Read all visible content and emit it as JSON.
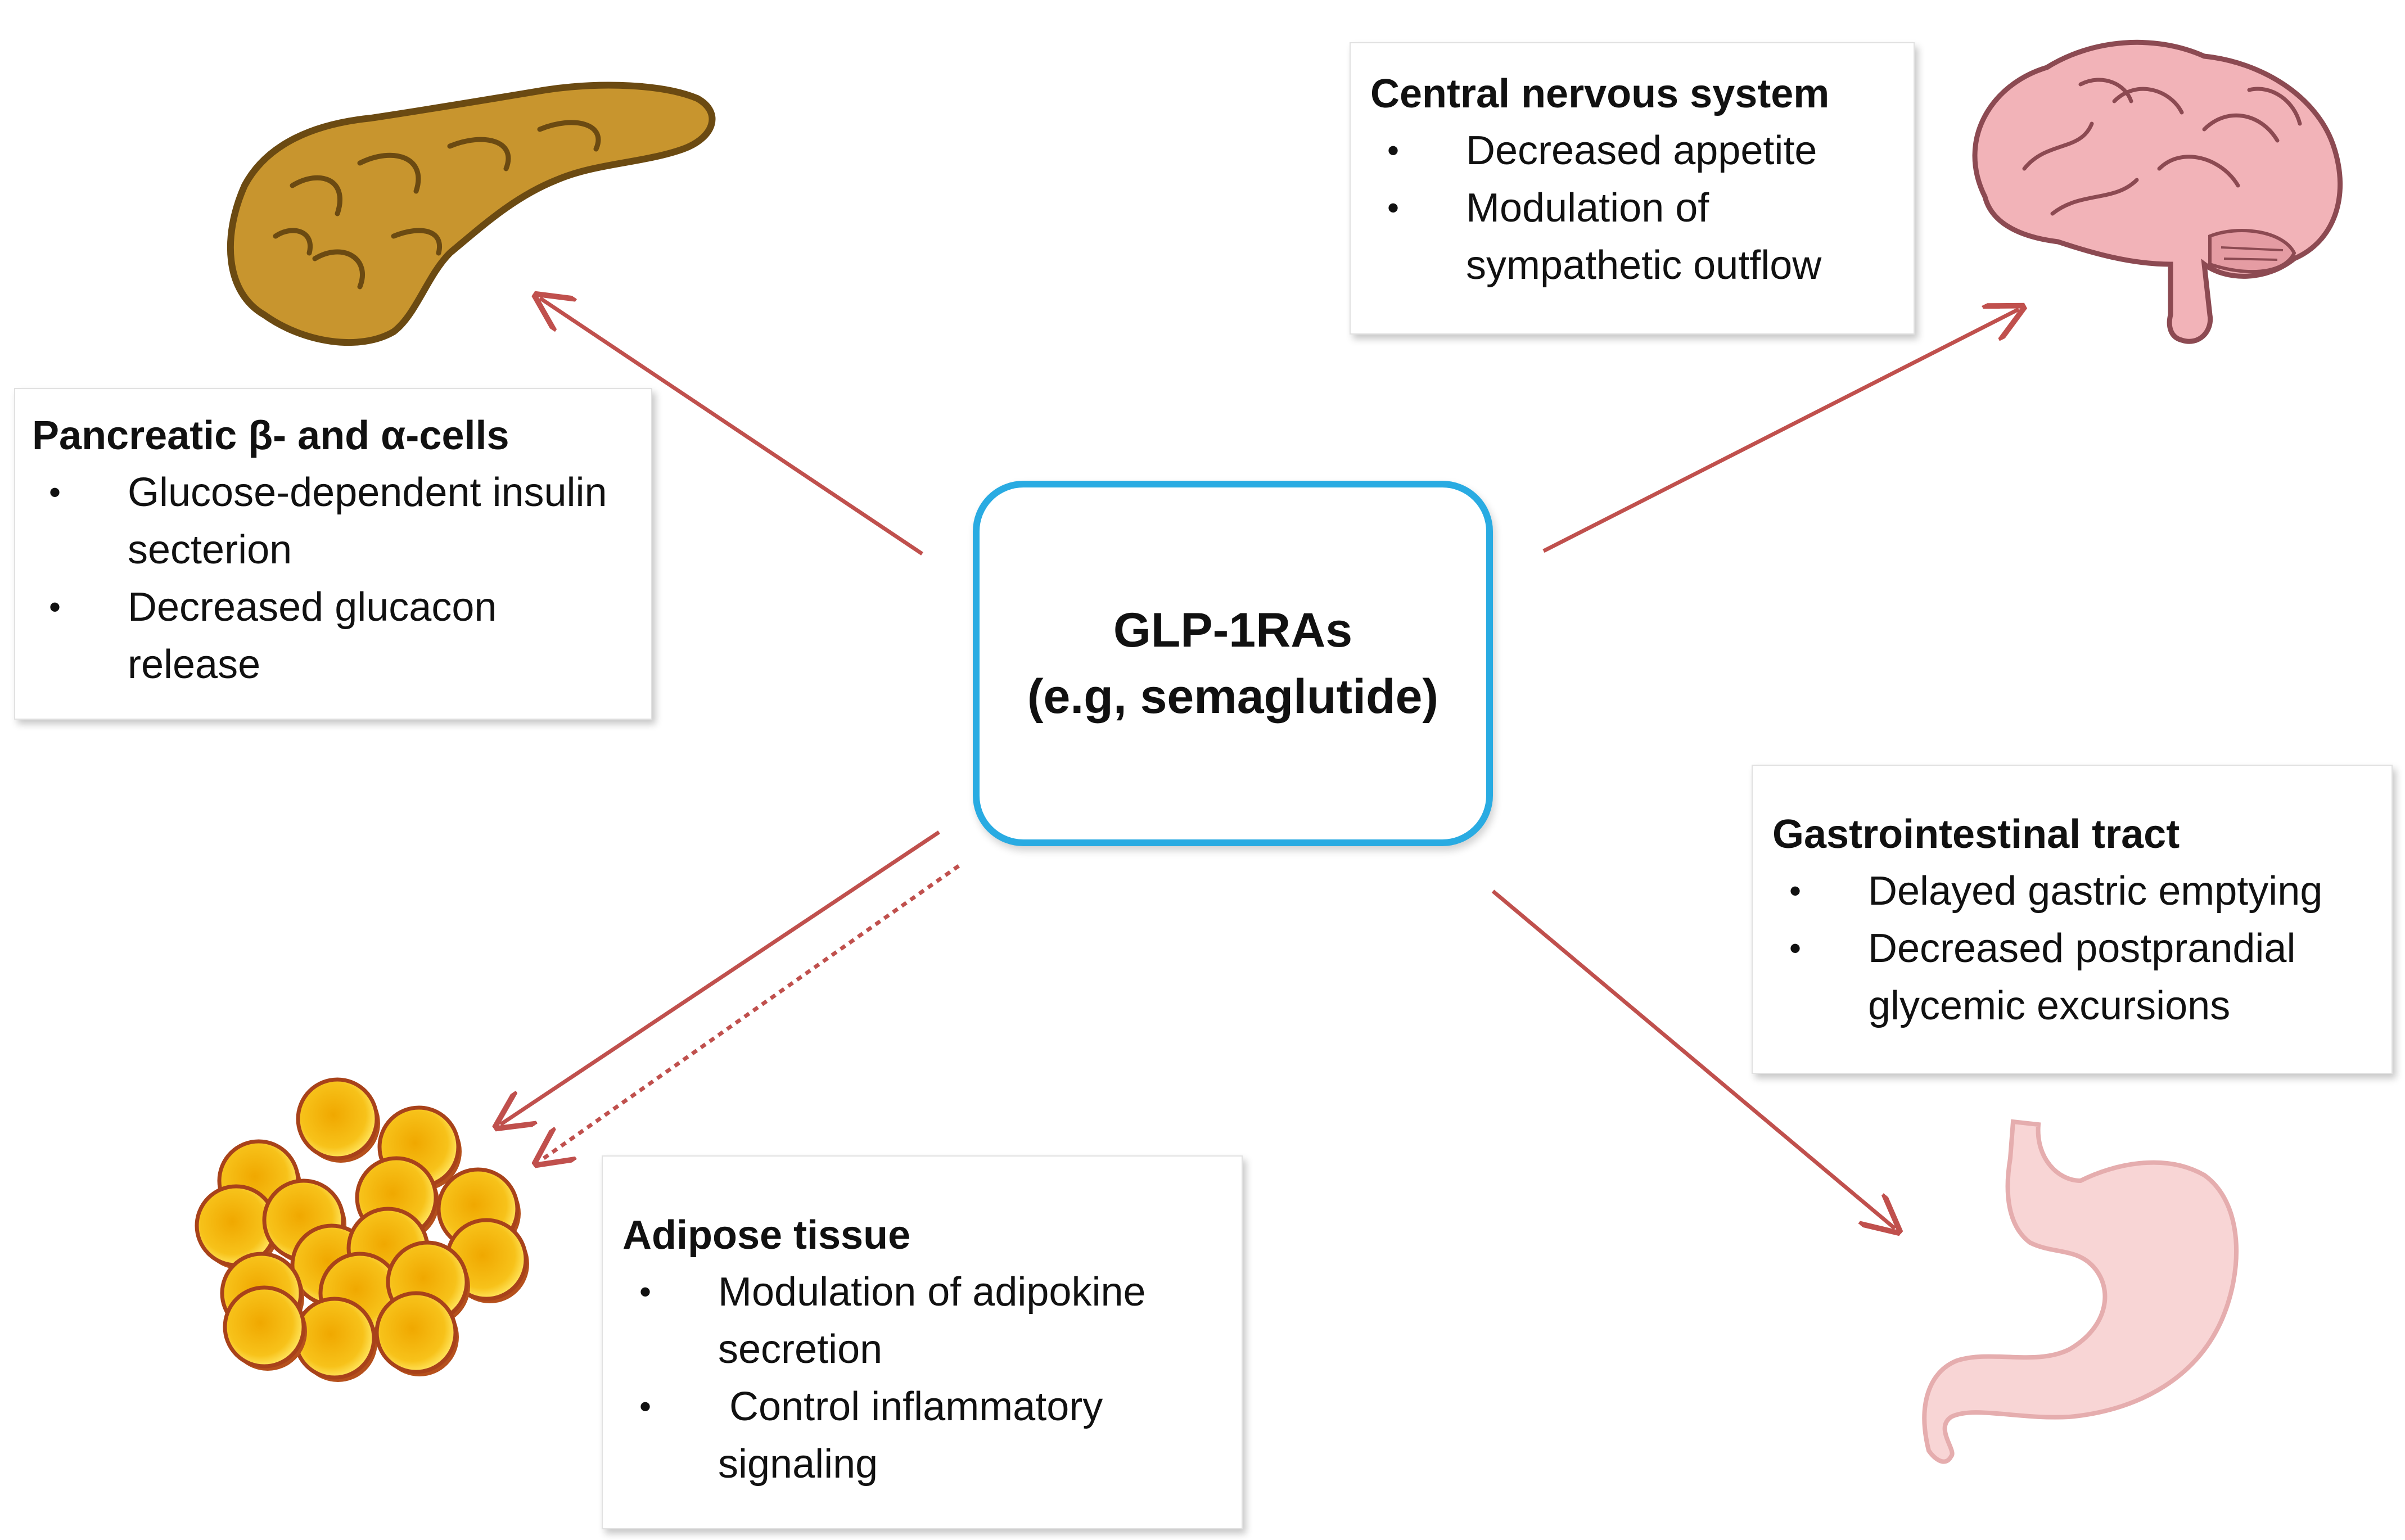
{
  "center": {
    "line1": "GLP-1RAs",
    "line2": "(e.g, semaglutide)",
    "border_color": "#29abe2"
  },
  "boxes": {
    "pancreas": {
      "title": "Pancreatic β- and α-cells",
      "items": [
        "Glucose-dependent insulin",
        "secterion",
        "Decreased glucacon",
        "release"
      ]
    },
    "cns": {
      "title": "Central nervous system",
      "items": [
        "Decreased appetite",
        "Modulation of",
        "sympathetic outflow"
      ]
    },
    "gi": {
      "title": "Gastrointestinal tract",
      "items": [
        "Delayed gastric emptying",
        "Decreased postprandial",
        "glycemic excursions"
      ]
    },
    "adipose": {
      "title": "Adipose tissue",
      "items": [
        "Modulation of adipokine",
        "secretion",
        " Control inflammatory",
        "signaling"
      ]
    }
  },
  "icons": [
    "pancreas-icon",
    "brain-icon",
    "stomach-icon",
    "fat-cells-icon"
  ],
  "colors": {
    "arrow": "#c0504d",
    "pancreas_fill": "#c8952e",
    "brain_fill": "#f2b3b8",
    "stomach_fill": "#f8d5d5",
    "fat_fill": "#f5b800"
  }
}
